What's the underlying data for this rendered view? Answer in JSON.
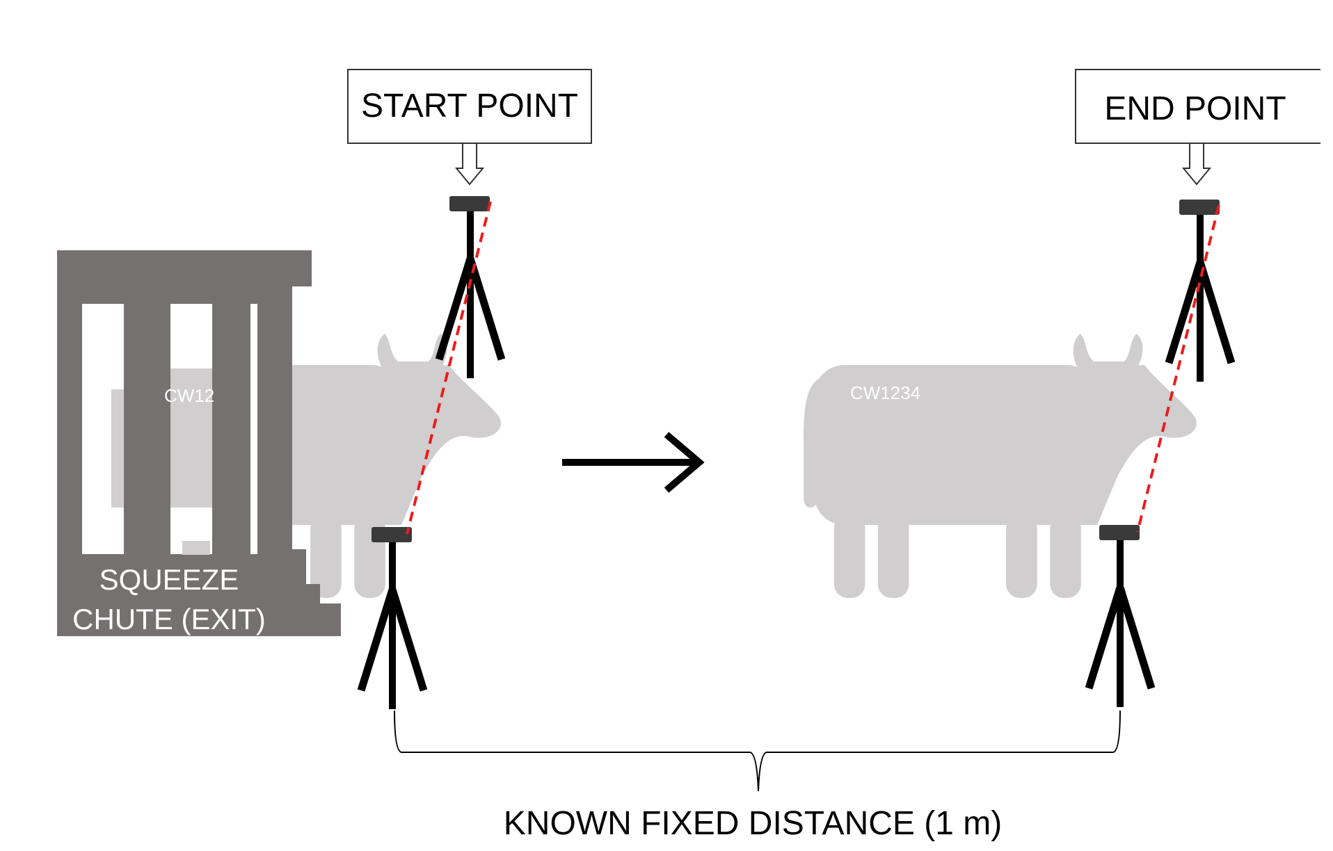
{
  "labels": {
    "start_point": "START POINT",
    "end_point": "END POINT",
    "chute": [
      "SQUEEZE",
      "CHUTE (EXIT)"
    ],
    "cow_tag_left": "CW12",
    "cow_tag_right": "CW1234",
    "distance": "KNOWN FIXED DISTANCE (1 m)"
  },
  "colors": {
    "cow": "#d0cecf",
    "chute": "#767171",
    "tripod": "#000000",
    "sensor": "#3a3a3a",
    "laser": "#ee1c1c",
    "box_border": "#333333",
    "text": "#000000",
    "chute_text": "#ffffff"
  }
}
